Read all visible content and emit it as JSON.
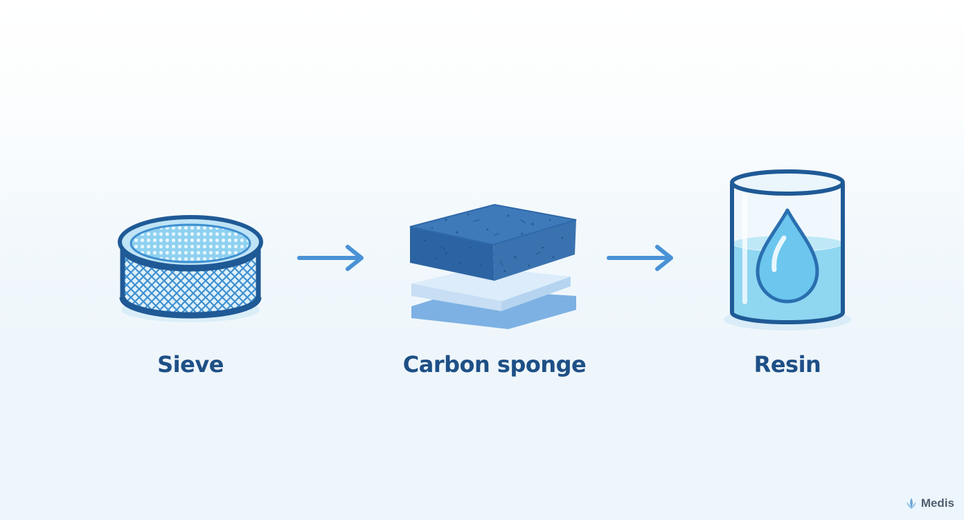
{
  "steps": [
    {
      "label": "Sieve",
      "icon": "sieve-icon"
    },
    {
      "label": "Carbon sponge",
      "icon": "carbon-sponge-icon"
    },
    {
      "label": "Resin",
      "icon": "resin-container-icon"
    }
  ],
  "connectors": [
    "arrow-right-icon",
    "arrow-right-icon"
  ],
  "brand": {
    "name": "Medis",
    "logo": "medis-logo-icon"
  },
  "colors": {
    "label": "#1e4f86",
    "arrow": "#4a92d6",
    "outline": "#1f5a96",
    "sponge": "#3b76b6",
    "water": "#7fd0ef"
  }
}
